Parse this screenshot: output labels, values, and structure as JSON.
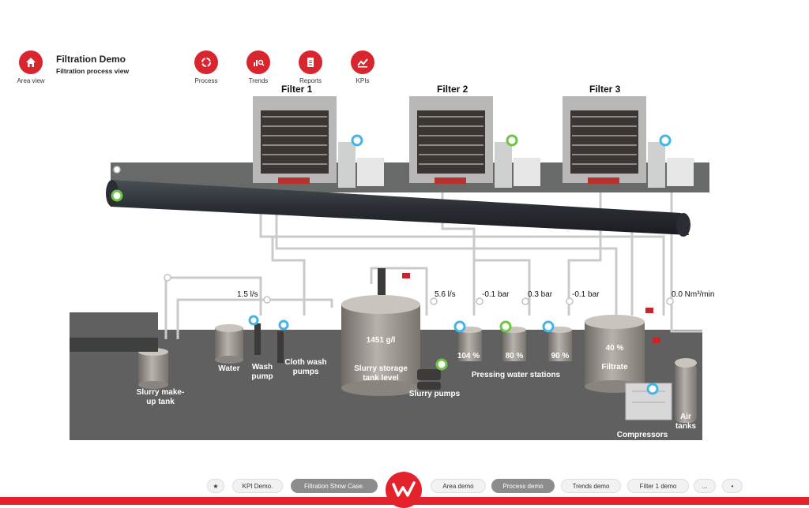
{
  "header": {
    "area_view_label": "Area view",
    "title": "Filtration Demo",
    "subtitle": "Filtration process view",
    "nav": [
      {
        "label": "Process",
        "icon": "process-icon"
      },
      {
        "label": "Trends",
        "icon": "trends-icon"
      },
      {
        "label": "Reports",
        "icon": "reports-icon"
      },
      {
        "label": "KPIs",
        "icon": "kpis-icon"
      }
    ]
  },
  "filters": [
    "Filter 1",
    "Filter 2",
    "Filter 3"
  ],
  "equipment": {
    "slurry_makeup_tank": "Slurry make-\nup tank",
    "water": "Water",
    "wash_pump": "Wash\npump",
    "cloth_wash_pumps": "Cloth wash\npumps",
    "slurry_storage_value": "1451 g/l",
    "slurry_storage_label": "Slurry storage\ntank level",
    "slurry_pumps": "Slurry pumps",
    "pressing_water_stations": "Pressing water stations",
    "pressing_values": [
      "104 %",
      "80 %",
      "90 %"
    ],
    "filtrate_value": "40 %",
    "filtrate_label": "Filtrate",
    "compressors": "Compressors",
    "air_tanks": "Air\ntanks"
  },
  "readings": {
    "flow_1": "1.5 l/s",
    "flow_2": "5.6 l/s",
    "pressure_1": "-0.1 bar",
    "pressure_2": "0.3 bar",
    "pressure_3": "-0.1 bar",
    "air_flow": "0.0 Nm³/min"
  },
  "bottom_bar": {
    "star": "★",
    "items": [
      "KPI Demo.",
      "Filtration Show Case.",
      "Area demo",
      "Process demo",
      "Trends demo",
      "Filter 1 demo",
      "...",
      "•"
    ]
  },
  "colors": {
    "brand_red": "#e3222b",
    "floor": "#5f605f",
    "status_blue": "#46b4e6",
    "status_green": "#6cc644"
  }
}
